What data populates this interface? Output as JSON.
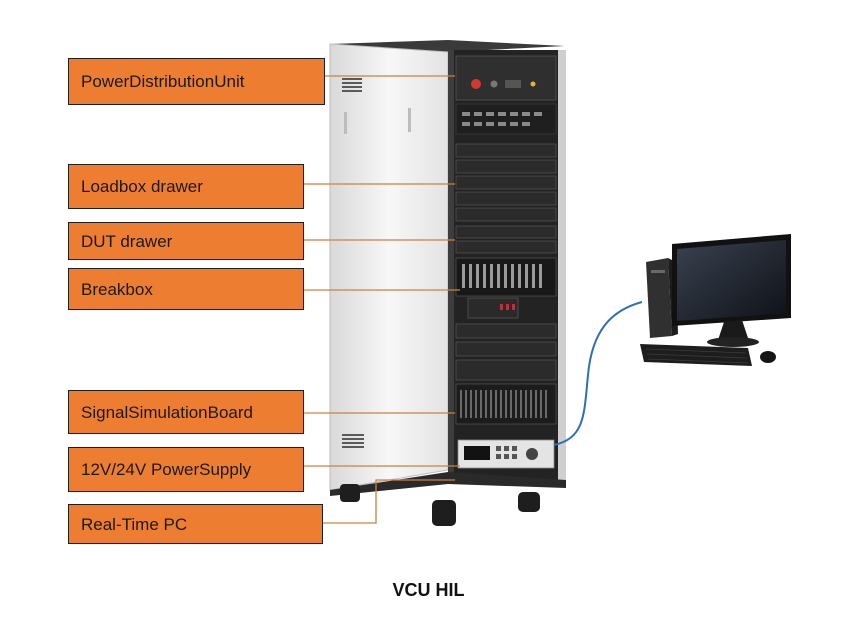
{
  "callouts": {
    "pdu": "PowerDistributionUnit",
    "loadbox": "Loadbox drawer",
    "dut": "DUT drawer",
    "breakbox": "Breakbox",
    "signal": "SignalSimulationBoard",
    "psu": "12V/24V PowerSupply",
    "rtpc": "Real-Time PC"
  },
  "caption": "VCU HIL",
  "colors": {
    "callout_fill": "#ed7d31",
    "callout_border": "#1f1f1f",
    "leader_line": "#c8833f",
    "cable": "#2f6fb3",
    "cabinet_frame": "#2a2a2a",
    "cabinet_side": "#eeeeee"
  }
}
